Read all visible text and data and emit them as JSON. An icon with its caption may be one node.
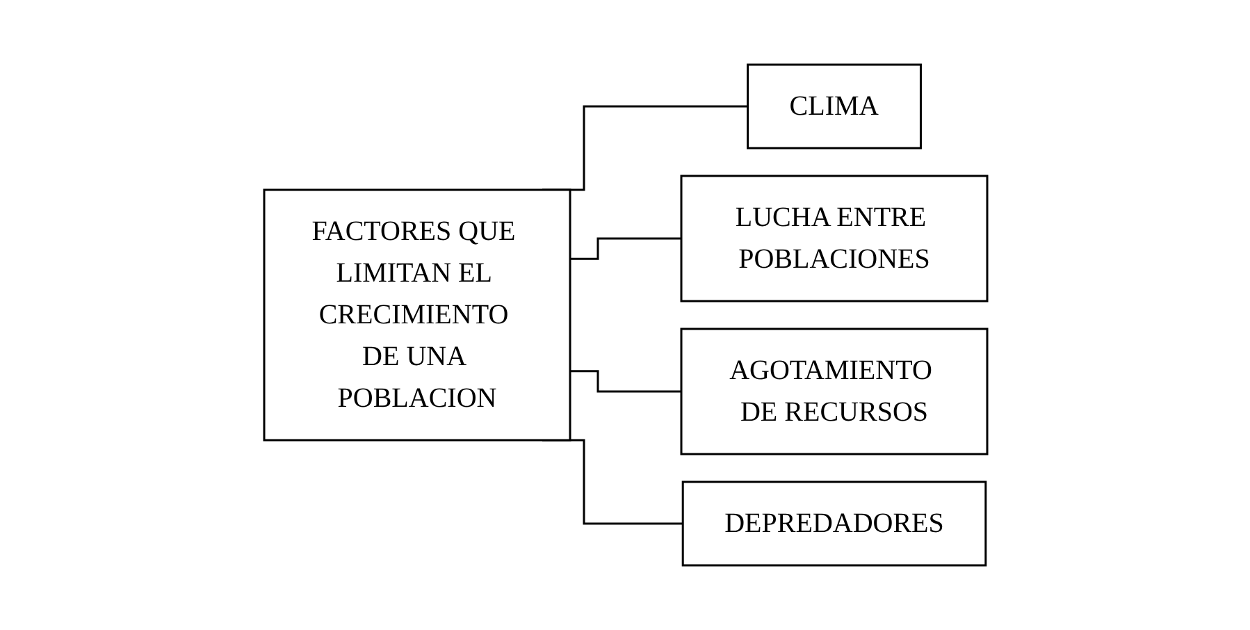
{
  "diagram": {
    "nodes": [
      {
        "text": [
          "FACTORES QUE LIMITAN EL CRECIMIENTO DE UNA POBLACION"
        ]
      },
      {
        "text": [
          "CLIMA"
        ]
      },
      {
        "text": [
          "LUCHA ENTRE POBLACIONES"
        ]
      },
      {
        "text": [
          "AGOTAMIENTO DE RECURSOS"
        ]
      },
      {
        "text": [
          "DEPREDADORES"
        ]
      }
    ],
    "edges": [
      {
        "from": 0,
        "to": 1,
        "arrow": "none"
      },
      {
        "from": 0,
        "to": 2,
        "arrow": "none"
      },
      {
        "from": 0,
        "to": 3,
        "arrow": "none"
      },
      {
        "from": 0,
        "to": 4,
        "arrow": "none"
      }
    ]
  }
}
